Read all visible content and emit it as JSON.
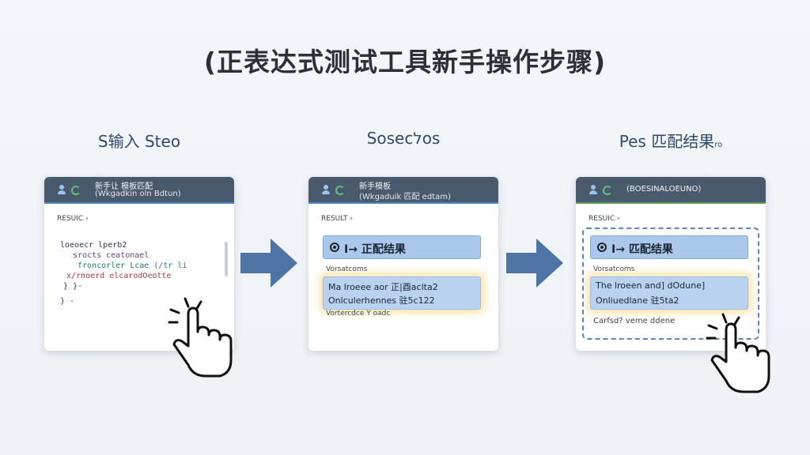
{
  "title": "(正表达式测试工具新手操作步骤)",
  "steps": [
    {
      "label": "S输入 Steo",
      "panel": {
        "header_line1": "新手让 模板匹配",
        "header_line2": "(Wkgadkin oln Bdtun)",
        "result_label": "RESUIC ›",
        "code": [
          "loeoecr lperb2",
          "srocts ceatonael",
          "froncorler Lcae  (/tr li",
          "x/rnoerd  elcarodOeotte",
          "} }-",
          "} -"
        ]
      }
    },
    {
      "label": "Sosecלos",
      "panel": {
        "header_line1": "新手模板",
        "header_line2": "(Wkgaduik 匹配 edtam)",
        "result_label": "RESULT ›",
        "match_text": "正配结果",
        "sub_label": "Vorsatcoms",
        "highlight_lines": [
          "Ma lroeee aor 正|酉aclta2",
          "Onlculerhennes 驻5c122"
        ],
        "footer": "Vortercdce  Y   oadc"
      }
    },
    {
      "label": "Pes 匹配结果",
      "label_suffix": "ro",
      "panel": {
        "header_single": "(BOESINALOEUNO)",
        "result_label": "RESUIC ›",
        "match_text": "匹配结果",
        "sub_label": "Vorsatcoms",
        "highlight_lines": [
          "The lroeen and] dOdune]",
          "Onliuedlane 驻5ta2"
        ],
        "footer": "Carfsd? veme ddene"
      }
    }
  ],
  "colors": {
    "header_bg": "#4a5a6d",
    "accent_blue": "#4a86c8",
    "accent_green": "#5aa15c",
    "arrow_blue": "#4e74a6",
    "highlight_glow": "#ffc85a"
  }
}
